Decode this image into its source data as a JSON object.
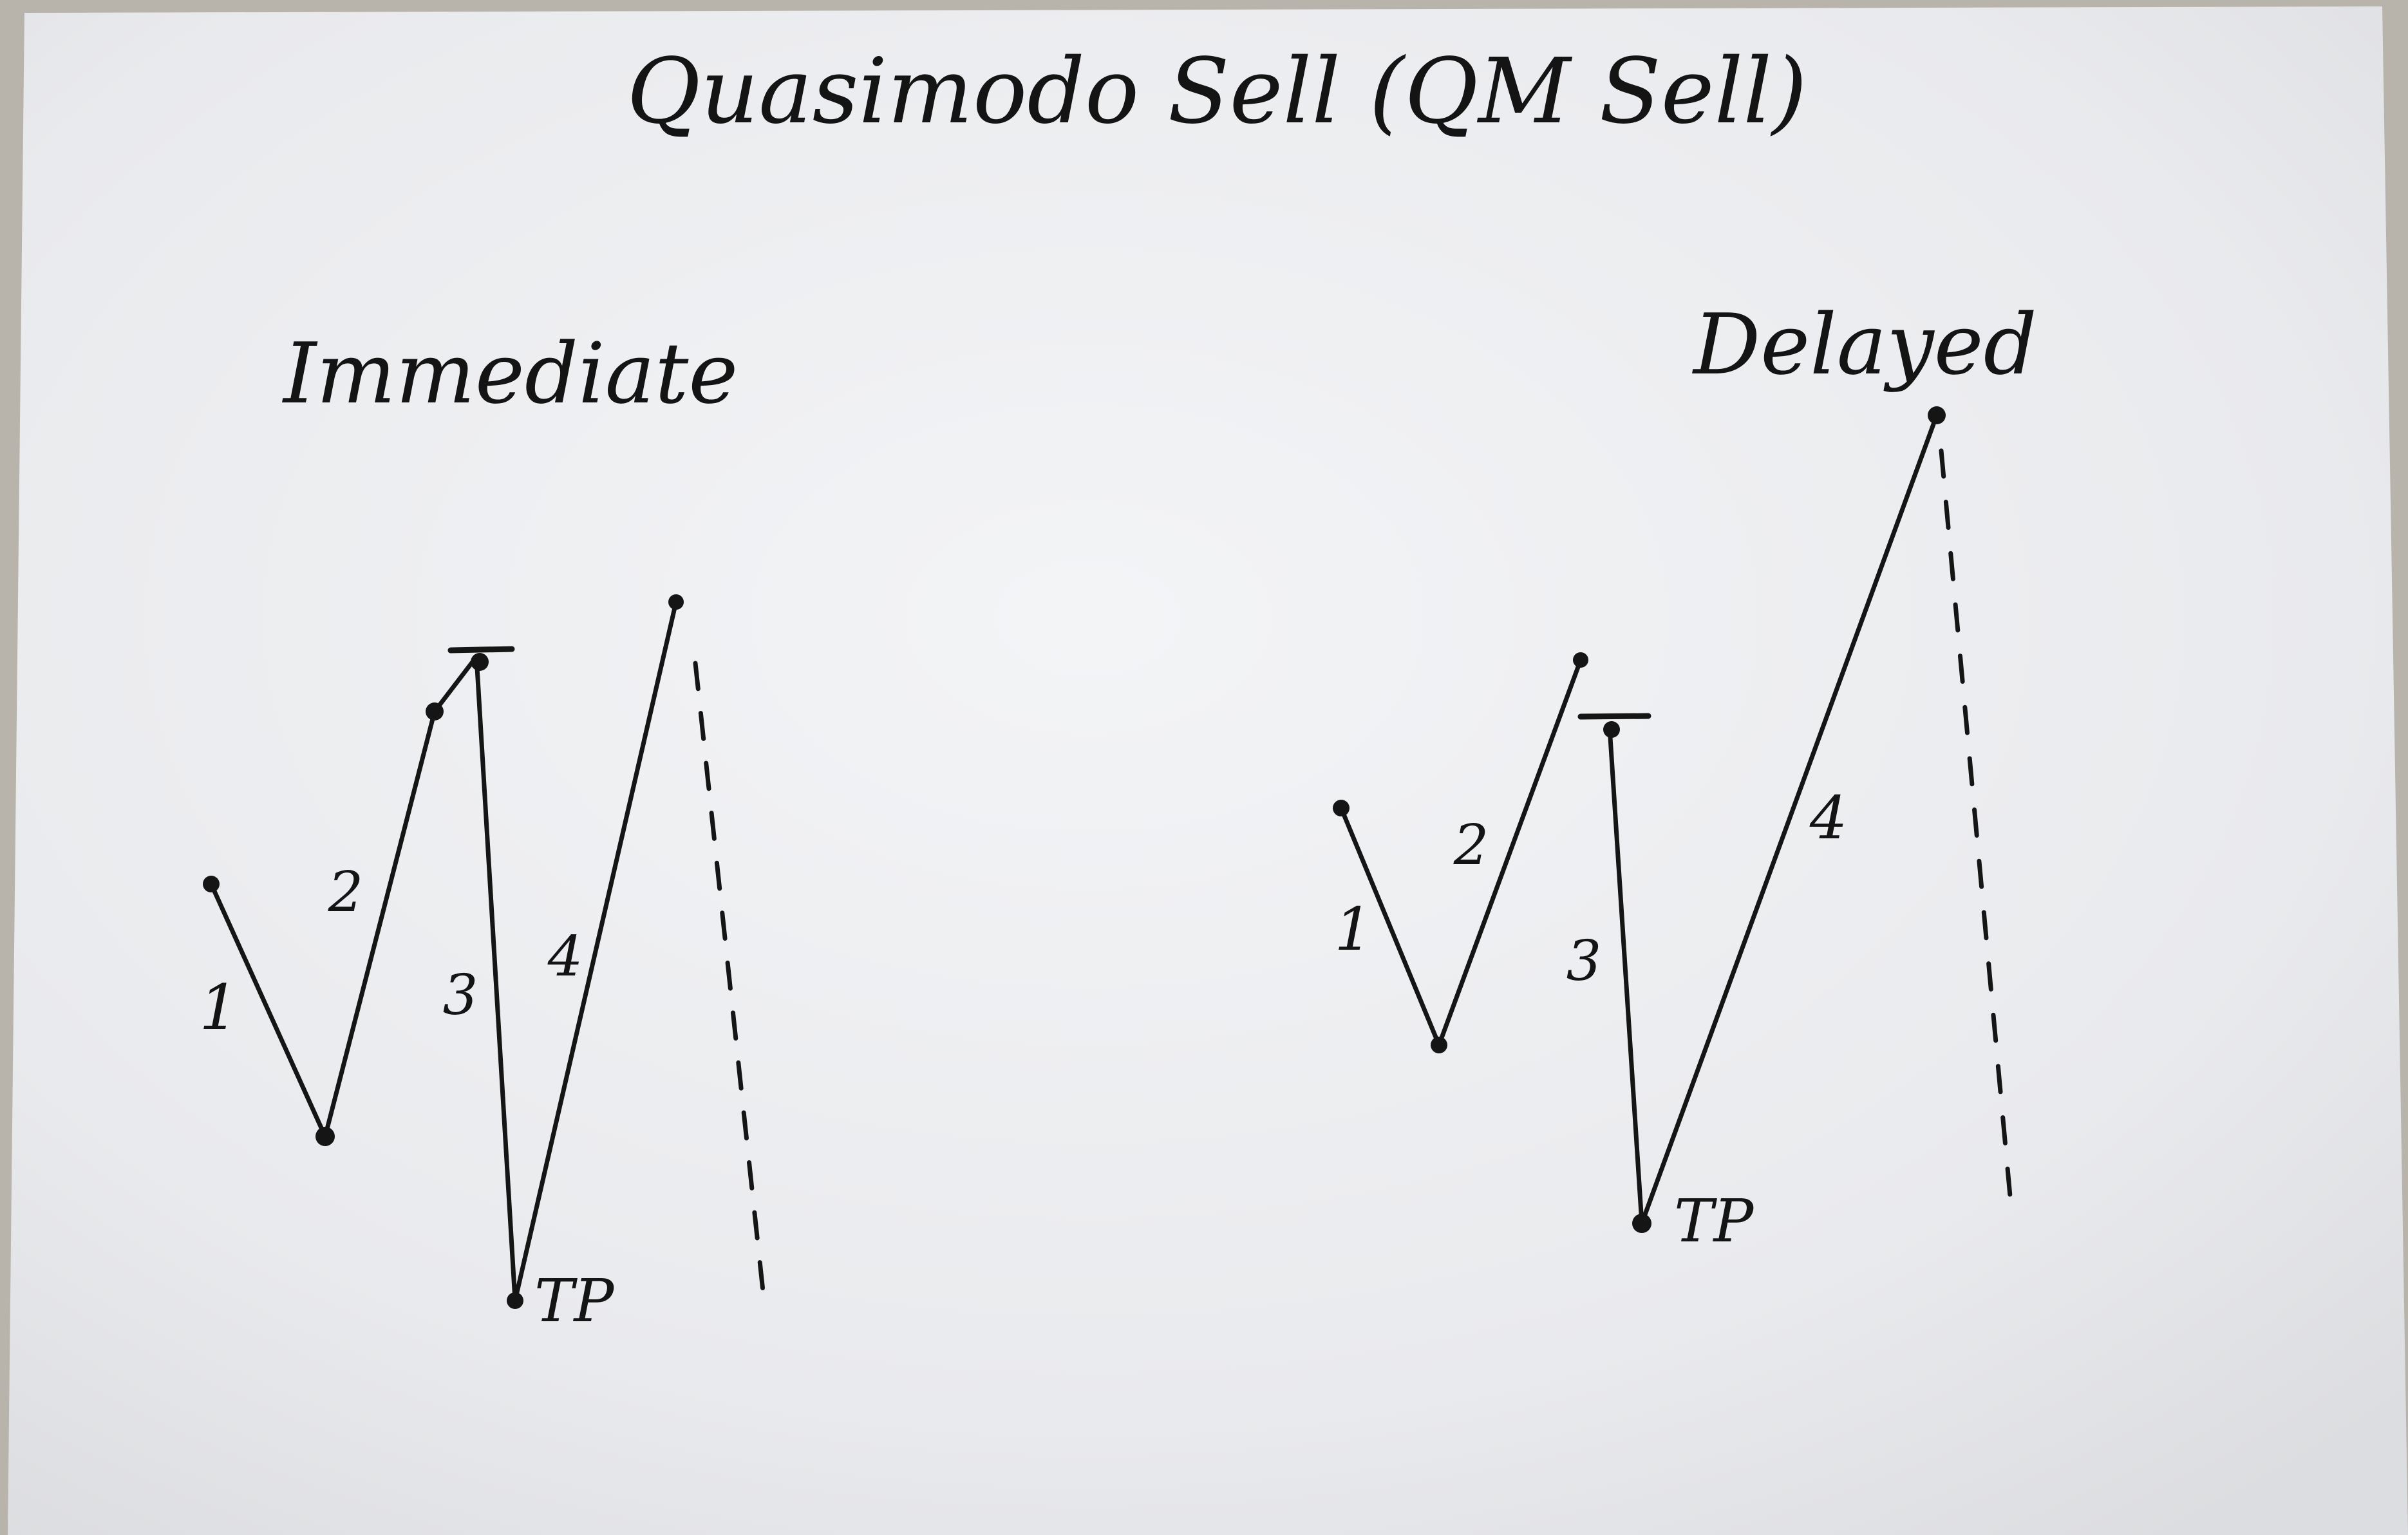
{
  "title": "Quasimodo Sell (QM Sell)",
  "colors": {
    "paper": "#eeeff1",
    "ink": "#151515",
    "background": "#b7b3ab"
  },
  "panels": [
    {
      "heading": "Immediate",
      "leg_labels": [
        "1",
        "2",
        "3",
        "4"
      ],
      "take_profit_label": "TP"
    },
    {
      "heading": "Delayed",
      "leg_labels": [
        "1",
        "2",
        "3",
        "4"
      ],
      "take_profit_label": "TP"
    }
  ]
}
